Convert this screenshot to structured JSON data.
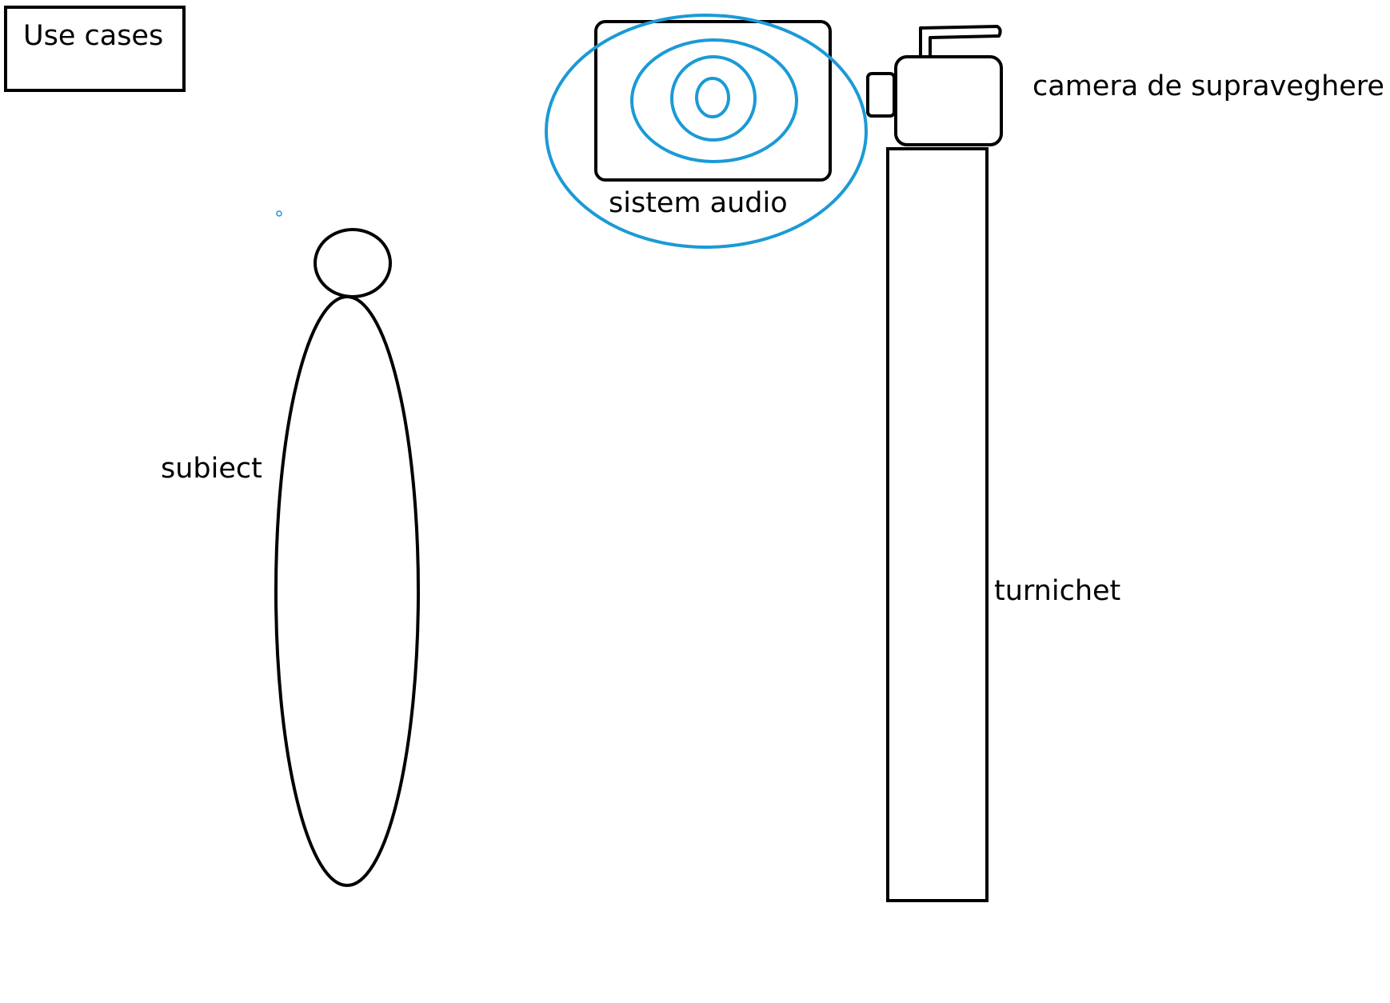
{
  "title": "Use cases",
  "labels": {
    "subject": "subiect",
    "audio": "sistem audio",
    "camera": "camera de supraveghere",
    "turnstile": "turnichet"
  },
  "colors": {
    "stroke": "#000000",
    "accent": "#1b9ad6",
    "background": "#ffffff"
  }
}
